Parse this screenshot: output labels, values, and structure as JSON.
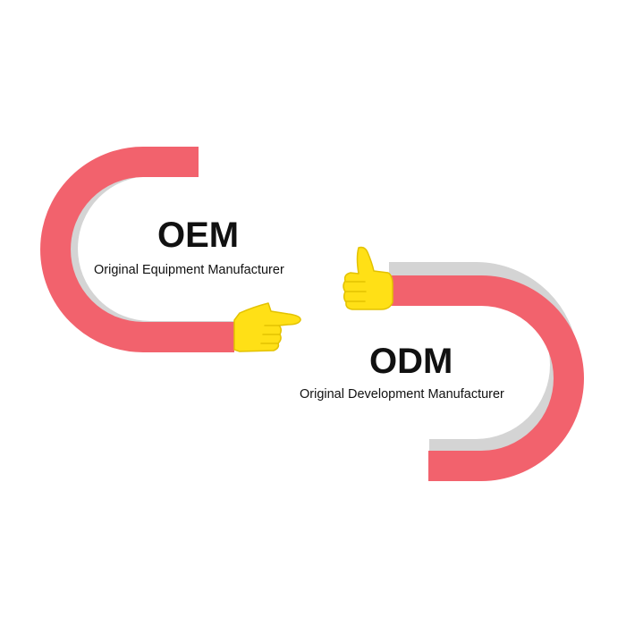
{
  "oem": {
    "title": "OEM",
    "subtitle": "Original Equipment Manufacturer"
  },
  "odm": {
    "title": "ODM",
    "subtitle": "Original Development Manufacturer"
  },
  "colors": {
    "arm": "#f2626d",
    "arm_shadow": "#d4d4d4",
    "hand": "#ffe016",
    "hand_outline": "#e3c200",
    "text": "#111111",
    "background": "#ffffff"
  },
  "icons": [
    "pointing-hand-icon",
    "thumbs-up-icon"
  ]
}
